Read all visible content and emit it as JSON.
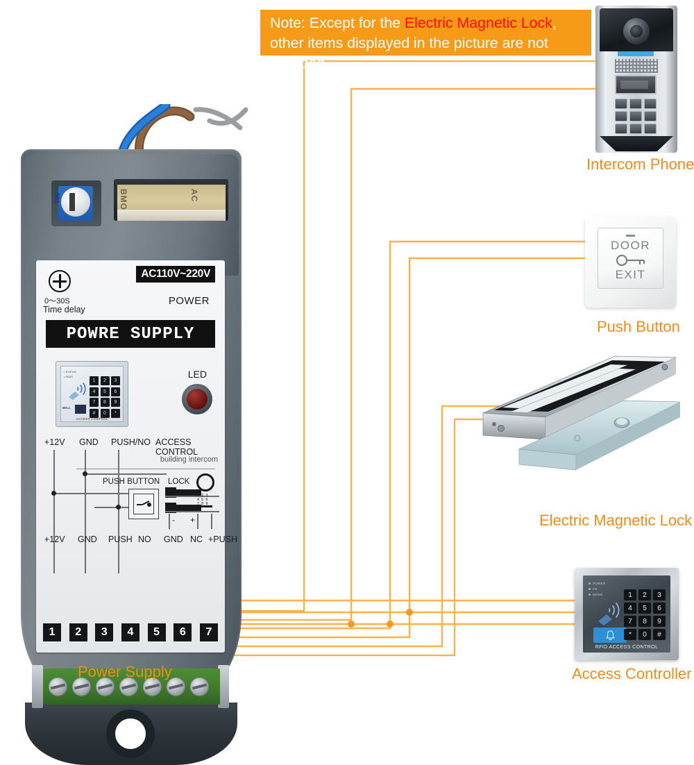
{
  "note": {
    "prefix": "Note: Except for the ",
    "highlight": "Electric Magnetic Lock",
    "suffix": ", other items displayed in the picture are not included",
    "bg_color": "#F79A18",
    "highlight_color": "#FF0D00",
    "text_color": "#FFFFFF"
  },
  "wiring": {
    "line_color": "#F9B34A",
    "junction_color": "#F59A1E"
  },
  "captions": {
    "power_supply": "Power Supply",
    "intercom_phone": "Intercom Phone",
    "push_button": "Push Button",
    "electric_magnetic_lock": "Electric Magnetic Lock",
    "access_controller": "Access Controller",
    "color": "#F08C1A"
  },
  "power_supply": {
    "title": "POWRE  SUPPLY",
    "ac_rating": "AC110V~220V",
    "power_label": "POWER",
    "delay_range": "0～30S",
    "delay_label": "Time delay",
    "led_label": "LED",
    "pot_label": "501",
    "opening_texts": [
      "BMOS",
      "AC"
    ],
    "top_labels": [
      "+12V",
      "GND",
      "PUSH/NO",
      "ACCESS CONTROL"
    ],
    "bottom_labels": [
      "+12V",
      "GND",
      "PUSH",
      "NO",
      "GND",
      "NC",
      "+PUSH"
    ],
    "diagram_labels": {
      "building_intercom": "building intercom",
      "push_button": "PUSH BUTTON",
      "lock": "LOCK",
      "lock_minus": "-",
      "lock_plus": "+"
    },
    "terminal_numbers": [
      "1",
      "2",
      "3",
      "4",
      "5",
      "6",
      "7"
    ],
    "mini_keypad": {
      "indicators": [
        "STATUS",
        "PASS"
      ],
      "bell_label": "BELL",
      "caption": "ACCESS CONTROL",
      "keys": [
        "1",
        "2",
        "3",
        "4",
        "5",
        "6",
        "7",
        "8",
        "9",
        "#",
        "0",
        "*"
      ]
    }
  },
  "push_button": {
    "line1": "DOOR",
    "line2": "EXIT",
    "icon": "key-icon"
  },
  "access_controller": {
    "indicators": [
      "POWER",
      "OK",
      "MODE"
    ],
    "keys": [
      "1",
      "2",
      "3",
      "4",
      "5",
      "6",
      "7",
      "8",
      "9",
      "*",
      "0",
      "#"
    ],
    "caption": "RFID ACCESS CONTROL",
    "bell_icon": "bell-icon",
    "rfid_icon": "rfid-wave-icon",
    "bell_color": "#2D8FD6"
  },
  "intercom_phone": {
    "camera_icon": "camera-lens-icon",
    "speaker_icon": "speaker-grille-icon",
    "keypad_rows": 4,
    "keypad_cols": 3
  },
  "magnetic_lock": {
    "body_label": "magnetic-lock-body",
    "plate_label": "armature-plate"
  }
}
